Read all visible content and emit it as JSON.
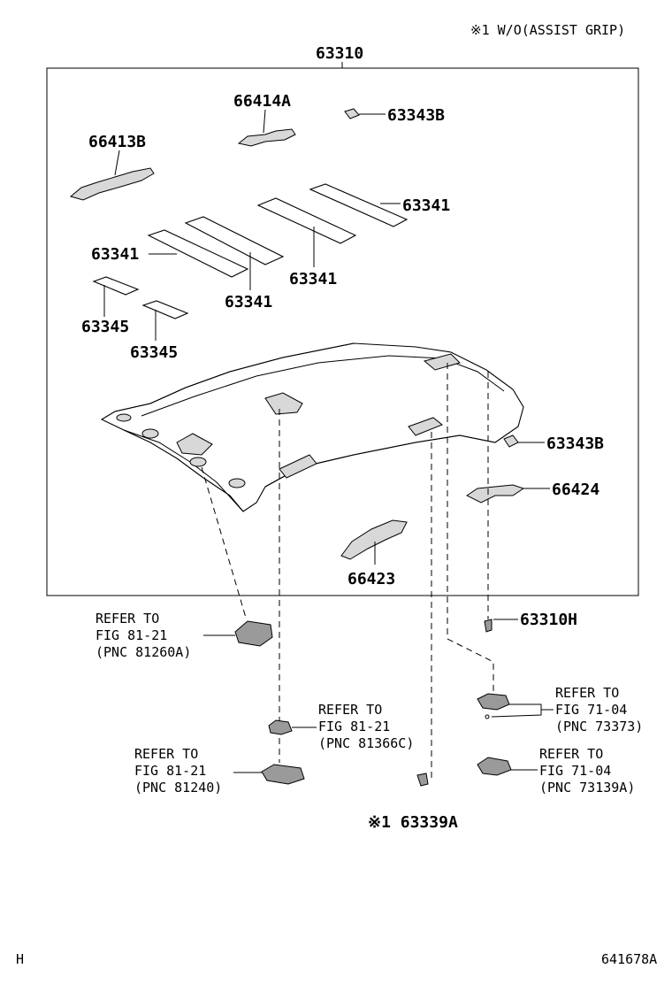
{
  "note": "※1  W/O(ASSIST GRIP)",
  "parts": {
    "p63310": "63310",
    "p66414A": "66414A",
    "p63343B_top": "63343B",
    "p66413B": "66413B",
    "p63341_r": "63341",
    "p63341_l": "63341",
    "p63341_m1": "63341",
    "p63341_m2": "63341",
    "p63345_a": "63345",
    "p63345_b": "63345",
    "p63343B_side": "63343B",
    "p66424": "66424",
    "p66423": "66423",
    "p63310H": "63310H",
    "p63339A": "※1 63339A"
  },
  "refs": {
    "r1": [
      "REFER TO",
      "FIG 81-21",
      "(PNC 81260A)"
    ],
    "r2": [
      "REFER TO",
      "FIG 81-21",
      "(PNC 81366C)"
    ],
    "r3": [
      "REFER TO",
      "FIG 81-21",
      "(PNC 81240)"
    ],
    "r4": [
      "REFER TO",
      "FIG 71-04",
      "(PNC 73373)"
    ],
    "r5": [
      "REFER TO",
      "FIG 71-04",
      "(PNC 73139A)"
    ]
  },
  "footer": {
    "left": "H",
    "right": "641678A"
  }
}
